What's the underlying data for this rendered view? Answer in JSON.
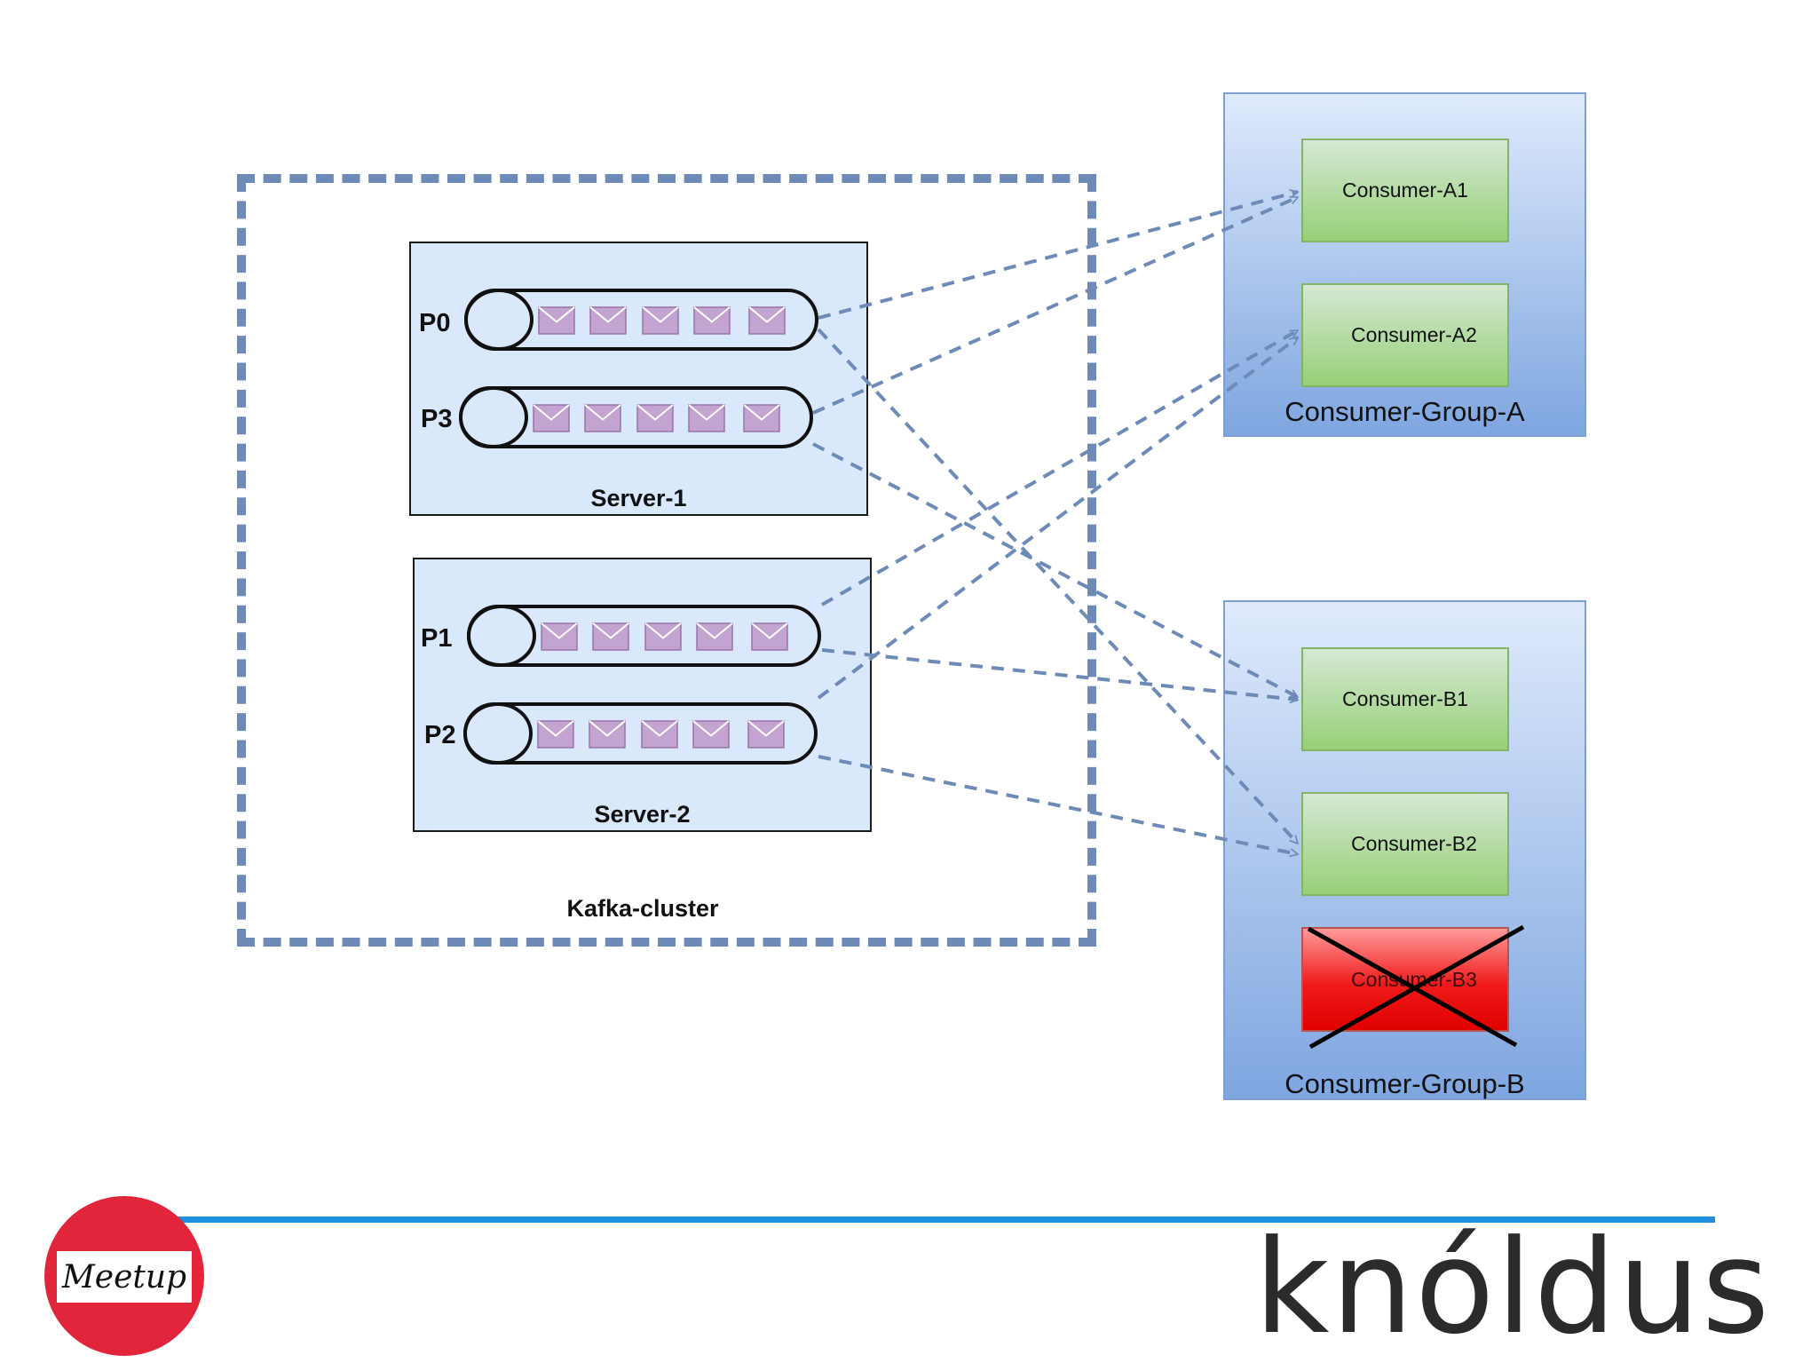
{
  "cluster": {
    "label": "Kafka-cluster"
  },
  "servers": [
    {
      "label": "Server-1",
      "partitions": [
        {
          "label": "P0"
        },
        {
          "label": "P3"
        }
      ]
    },
    {
      "label": "Server-2",
      "partitions": [
        {
          "label": "P1"
        },
        {
          "label": "P2"
        }
      ]
    }
  ],
  "groups": [
    {
      "label": "Consumer-Group-A",
      "consumers": [
        {
          "label": "Consumer-A1"
        },
        {
          "label": "Consumer-A2"
        }
      ]
    },
    {
      "label": "Consumer-Group-B",
      "consumers": [
        {
          "label": "Consumer-B1"
        },
        {
          "label": "Consumer-B2"
        },
        {
          "label": "Consumer-B3",
          "status": "failed"
        }
      ]
    }
  ],
  "connections": [
    {
      "from": "P0",
      "to": "Consumer-A1"
    },
    {
      "from": "P0",
      "to": "Consumer-B2"
    },
    {
      "from": "P3",
      "to": "Consumer-A1"
    },
    {
      "from": "P3",
      "to": "Consumer-B1"
    },
    {
      "from": "P1",
      "to": "Consumer-A2"
    },
    {
      "from": "P1",
      "to": "Consumer-B1"
    },
    {
      "from": "P2",
      "to": "Consumer-A2"
    },
    {
      "from": "P2",
      "to": "Consumer-B2"
    }
  ],
  "branding": {
    "meetup_text": "Meetup",
    "company": "knóldus"
  },
  "colors": {
    "arrow": "#6e8bb8",
    "server_fill": "#dae8fc",
    "message_fill": "#c3a3cf",
    "consumer_fill": "#97d077",
    "failed_fill": "#f01a1a",
    "rule": "#1e8fe1",
    "meetup_red": "#e2253b"
  }
}
